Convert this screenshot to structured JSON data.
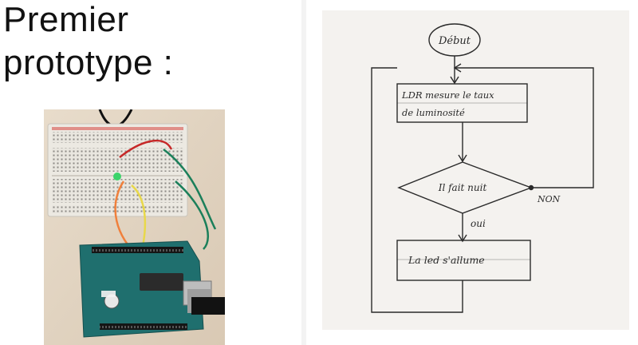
{
  "slide": {
    "title_line1": "Premier",
    "title_line2": "prototype :"
  },
  "flowchart": {
    "start": "Début",
    "step1_line1": "LDR mesure le taux",
    "step1_line2": "de luminosité",
    "decision": "Il fait nuit",
    "branch_no": "NON",
    "branch_yes": "oui",
    "step2": "La led s'allume"
  },
  "colors": {
    "board_teal": "#1f6f6e",
    "breadboard": "#e9e6df",
    "paper": "#f4f2ef",
    "ink": "#2a2a2a"
  }
}
